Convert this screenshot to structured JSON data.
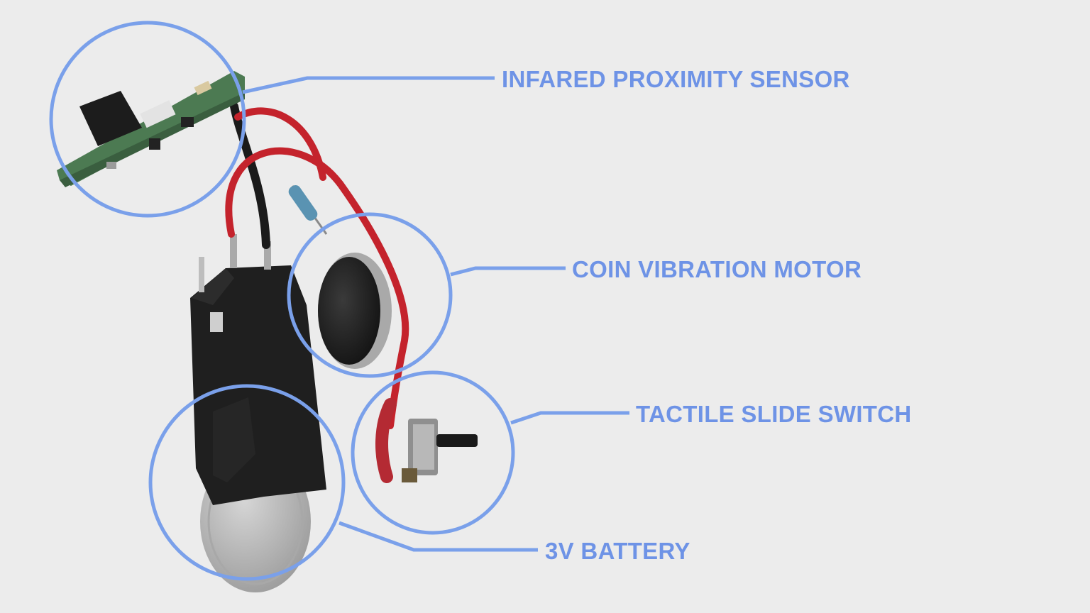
{
  "colors": {
    "background": "#ececec",
    "callout": "#7aa0ea",
    "label": "#6e93e6",
    "wire_red": "#c4232c",
    "wire_black": "#1b1b1b",
    "pcb_green": "#4c7a52",
    "plastic_black": "#1e1e1e",
    "metal": "#b9b9b9"
  },
  "callouts": [
    {
      "id": "sensor",
      "label": "INFARED PROXIMITY SENSOR"
    },
    {
      "id": "motor",
      "label": "COIN VIBRATION MOTOR"
    },
    {
      "id": "switch",
      "label": "TACTILE SLIDE SWITCH"
    },
    {
      "id": "battery",
      "label": "3V BATTERY"
    }
  ],
  "icons": [
    "circuit-photo",
    "callout-circle",
    "leader-line"
  ]
}
